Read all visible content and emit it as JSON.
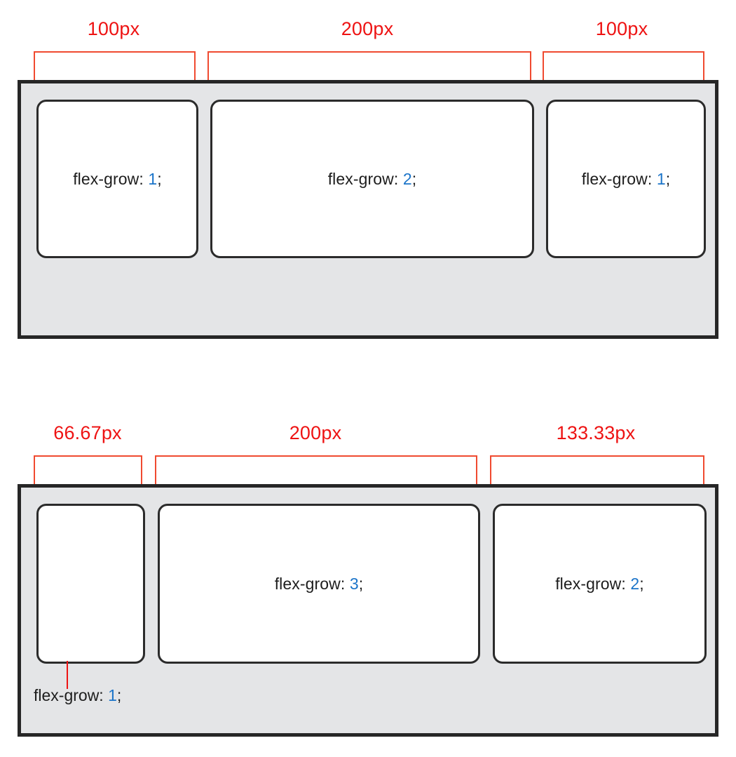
{
  "diagram": {
    "title": "flex-grow distribution diagram",
    "colors": {
      "measure_red": "#ee1313",
      "bracket_red": "#f04a30",
      "value_blue": "#1b74c9",
      "container_bg": "#e4e5e7",
      "container_border": "#262626",
      "item_bg": "#ffffff",
      "item_border": "#2b2b2b",
      "text": "#1d1d1d"
    },
    "rows": [
      {
        "id": "row-1",
        "measurements": [
          {
            "label": "100px"
          },
          {
            "label": "200px"
          },
          {
            "label": "100px"
          }
        ],
        "items": [
          {
            "prop": "flex-grow:",
            "value": "1",
            "semi": ";"
          },
          {
            "prop": "flex-grow:",
            "value": "2",
            "semi": ";"
          },
          {
            "prop": "flex-grow:",
            "value": "1",
            "semi": ";"
          }
        ]
      },
      {
        "id": "row-2",
        "measurements": [
          {
            "label": "66.67px"
          },
          {
            "label": "200px"
          },
          {
            "label": "133.33px"
          }
        ],
        "items": [
          {
            "prop": "",
            "value": "",
            "semi": ""
          },
          {
            "prop": "flex-grow:",
            "value": "3",
            "semi": ";"
          },
          {
            "prop": "flex-grow:",
            "value": "2",
            "semi": ";"
          }
        ],
        "callout": {
          "prop": "flex-grow:",
          "value": "1",
          "semi": ";"
        }
      }
    ]
  }
}
